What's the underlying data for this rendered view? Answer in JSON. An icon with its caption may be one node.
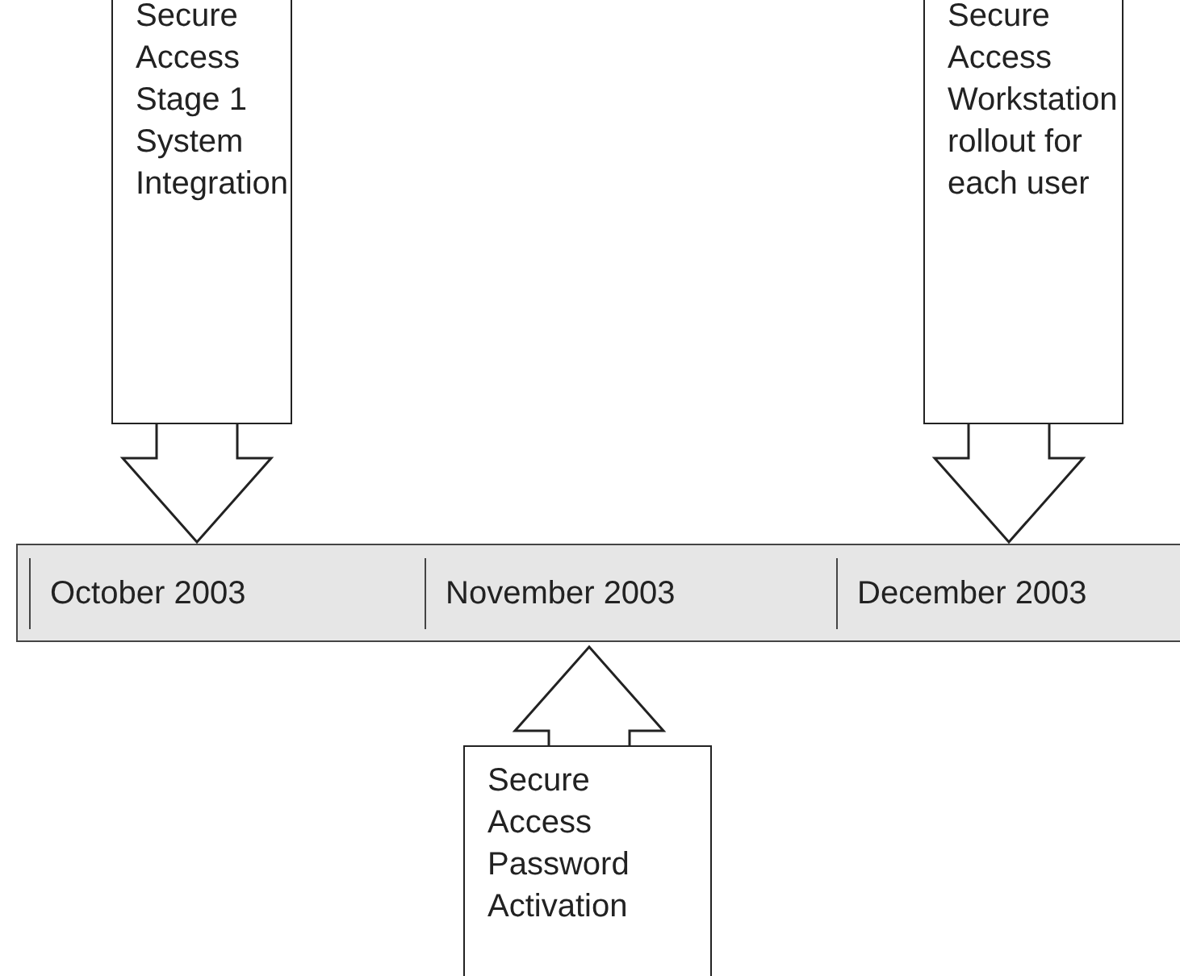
{
  "diagram": {
    "nodes": [
      {
        "text": [
          "Secure Access Stage 1 System Integration"
        ]
      },
      {
        "text": [
          "Secure Access Workstation rollout for each user"
        ]
      },
      {
        "text": [],
        "shape": "bar"
      },
      {
        "text": [
          "October 2003"
        ],
        "in": 2
      },
      {
        "text": [
          "November 2003"
        ],
        "in": 2
      },
      {
        "text": [
          "December 2003"
        ],
        "in": 2
      },
      {
        "text": [
          "Secure Access Password Activation"
        ]
      }
    ],
    "edges": [
      {
        "from": 0,
        "to": 3,
        "arrow": "to"
      },
      {
        "from": 1,
        "to": 5,
        "arrow": "to"
      },
      {
        "from": 6,
        "to": 4,
        "arrow": "to"
      }
    ]
  }
}
